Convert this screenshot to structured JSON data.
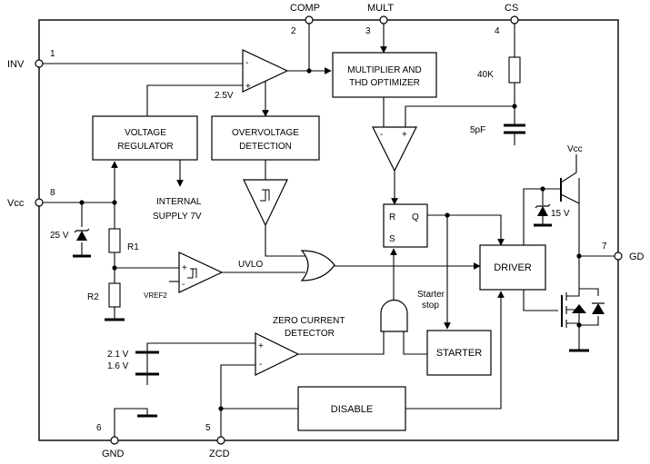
{
  "pins": {
    "inv": {
      "name": "INV",
      "num": "1"
    },
    "comp": {
      "name": "COMP",
      "num": "2"
    },
    "mult": {
      "name": "MULT",
      "num": "3"
    },
    "cs": {
      "name": "CS",
      "num": "4"
    },
    "zcd": {
      "name": "ZCD",
      "num": "5"
    },
    "gnd": {
      "name": "GND",
      "num": "6"
    },
    "gd": {
      "name": "GD",
      "num": "7"
    },
    "vcc": {
      "name": "Vcc",
      "num": "8"
    }
  },
  "blocks": {
    "multiplier": {
      "line1": "MULTIPLIER AND",
      "line2": "THD OPTIMIZER"
    },
    "regulator": {
      "line1": "VOLTAGE",
      "line2": "REGULATOR"
    },
    "overvoltage": {
      "line1": "OVERVOLTAGE",
      "line2": "DETECTION"
    },
    "driver": "DRIVER",
    "starter": "STARTER",
    "disable": "DISABLE"
  },
  "labels": {
    "ref_2v5": "2.5V",
    "internal_supply_1": "INTERNAL",
    "internal_supply_2": "SUPPLY 7V",
    "res_40k": "40K",
    "cap_5pf": "5pF",
    "zener_25v": "25 V",
    "r1": "R1",
    "r2": "R2",
    "uvlo": "UVLO",
    "vref2": "VREF2",
    "starter_stop_1": "Starter",
    "starter_stop_2": "stop",
    "zcd_title_1": "ZERO CURRENT",
    "zcd_title_2": "DETECTOR",
    "v_2v1": "2.1 V",
    "v_1v6": "1.6 V",
    "vcc_driver": "Vcc",
    "zener_15v": "15 V",
    "ff_r": "R",
    "ff_q": "Q",
    "ff_s": "S",
    "plus": "+",
    "minus": "-"
  }
}
